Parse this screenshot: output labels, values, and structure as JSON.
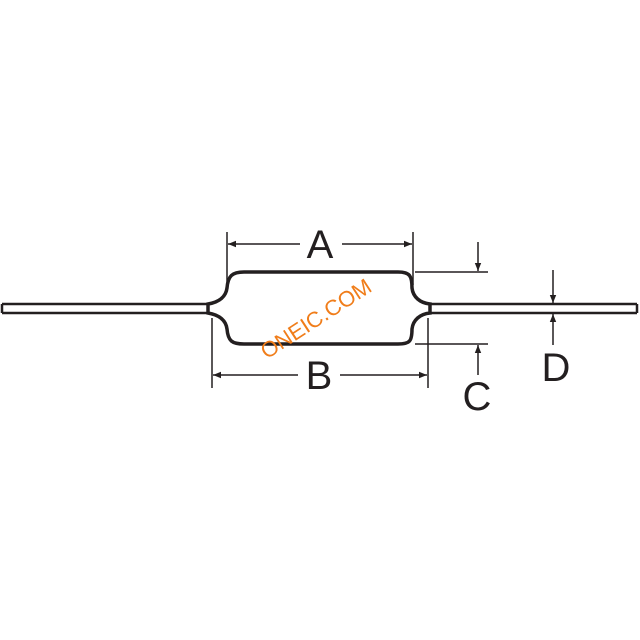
{
  "diagram": {
    "labels": {
      "a": "A",
      "b": "B",
      "c": "C",
      "d": "D"
    },
    "watermark": "ONEIC.COM",
    "colors": {
      "stroke": "#231f20",
      "watermark": "#f07d1a"
    }
  }
}
